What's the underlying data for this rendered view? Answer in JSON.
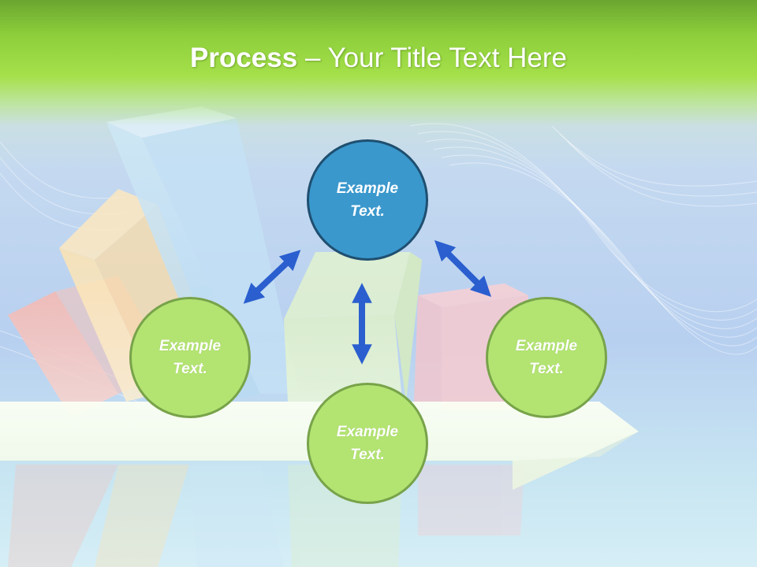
{
  "slide": {
    "title_bold": "Process",
    "title_rest": " – Your Title Text Here"
  },
  "nodes": [
    {
      "id": "top",
      "text": "Example Text."
    },
    {
      "id": "left",
      "text": "Example Text."
    },
    {
      "id": "right",
      "text": "Example Text."
    },
    {
      "id": "bottom",
      "text": "Example Text."
    }
  ],
  "colors": {
    "header_green": "#8dcf3b",
    "node_blue": "#3a98cd",
    "node_green": "#b3e472",
    "arrow_blue": "#2b5fcf"
  }
}
